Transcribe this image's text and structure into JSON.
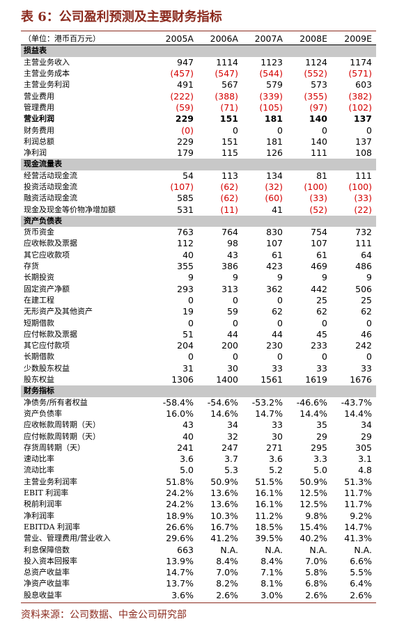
{
  "title": "表 6：公司盈利预测及主要财务指标",
  "source": "资料来源：公司数据、中金公司研究部",
  "colors": {
    "accent": "#8b2a1e",
    "negative": "#d40000",
    "section_bg": "#c8c8c8"
  },
  "header": {
    "unit": "（单位：港币百万元）",
    "years": [
      "2005A",
      "2006A",
      "2007A",
      "2008E",
      "2009E"
    ]
  },
  "rows": [
    {
      "section": true,
      "label": "损益表",
      "values": []
    },
    {
      "label": "主营业务收入",
      "values": [
        "947",
        "1114",
        "1123",
        "1124",
        "1174"
      ]
    },
    {
      "label": "主营业务成本",
      "values": [
        "(457)",
        "(547)",
        "(544)",
        "(552)",
        "(571)"
      ]
    },
    {
      "label": "主营业务利润",
      "values": [
        "491",
        "567",
        "579",
        "573",
        "603"
      ]
    },
    {
      "label": "营业费用",
      "values": [
        "(222)",
        "(388)",
        "(339)",
        "(355)",
        "(382)"
      ]
    },
    {
      "label": "管理费用",
      "values": [
        "(59)",
        "(71)",
        "(105)",
        "(97)",
        "(102)"
      ]
    },
    {
      "label": "营业利润",
      "bold": true,
      "values": [
        "229",
        "151",
        "181",
        "140",
        "137"
      ]
    },
    {
      "label": "财务费用",
      "values": [
        "(0)",
        "0",
        "0",
        "0",
        "0"
      ]
    },
    {
      "label": "利润总额",
      "values": [
        "229",
        "151",
        "181",
        "140",
        "137"
      ]
    },
    {
      "label": "净利润",
      "values": [
        "179",
        "115",
        "126",
        "111",
        "108"
      ]
    },
    {
      "section": true,
      "label": "现金流量表",
      "values": []
    },
    {
      "label": "经营活动现金流",
      "values": [
        "54",
        "113",
        "134",
        "81",
        "111"
      ]
    },
    {
      "label": "投资活动现金流",
      "values": [
        "(107)",
        "(62)",
        "(32)",
        "(100)",
        "(100)"
      ]
    },
    {
      "label": "融资活动现金流",
      "values": [
        "585",
        "(62)",
        "(60)",
        "(33)",
        "(33)"
      ]
    },
    {
      "label": "现金及现金等价物净增加额",
      "values": [
        "531",
        "(11)",
        "41",
        "(52)",
        "(22)"
      ]
    },
    {
      "section": true,
      "label": "资产负债表",
      "values": []
    },
    {
      "label": "货币资金",
      "values": [
        "763",
        "764",
        "830",
        "754",
        "732"
      ]
    },
    {
      "label": "应收帐款及票据",
      "values": [
        "112",
        "98",
        "107",
        "107",
        "111"
      ]
    },
    {
      "label": "其它应收款项",
      "values": [
        "40",
        "43",
        "61",
        "61",
        "64"
      ]
    },
    {
      "label": "存货",
      "values": [
        "355",
        "386",
        "423",
        "469",
        "486"
      ]
    },
    {
      "label": "长期投资",
      "values": [
        "9",
        "9",
        "9",
        "9",
        "9"
      ]
    },
    {
      "label": "固定资产净额",
      "values": [
        "293",
        "313",
        "362",
        "442",
        "506"
      ]
    },
    {
      "label": "在建工程",
      "values": [
        "0",
        "0",
        "0",
        "25",
        "25"
      ]
    },
    {
      "label": "无形资产及其他资产",
      "values": [
        "19",
        "59",
        "62",
        "62",
        "62"
      ]
    },
    {
      "label": "短期借款",
      "values": [
        "0",
        "0",
        "0",
        "0",
        "0"
      ]
    },
    {
      "label": "应付帐款及票据",
      "values": [
        "51",
        "44",
        "44",
        "45",
        "46"
      ]
    },
    {
      "label": "其它应付款项",
      "values": [
        "204",
        "200",
        "230",
        "233",
        "242"
      ]
    },
    {
      "label": "长期借款",
      "values": [
        "0",
        "0",
        "0",
        "0",
        "0"
      ]
    },
    {
      "label": "少数股东权益",
      "values": [
        "31",
        "30",
        "33",
        "33",
        "33"
      ]
    },
    {
      "label": "股东权益",
      "values": [
        "1306",
        "1400",
        "1561",
        "1619",
        "1676"
      ]
    },
    {
      "section": true,
      "label": "财务指标",
      "values": []
    },
    {
      "label": "净债务/所有者权益",
      "values": [
        "-58.4%",
        "-54.6%",
        "-53.2%",
        "-46.6%",
        "-43.7%"
      ]
    },
    {
      "label": "资产负债率",
      "values": [
        "16.0%",
        "14.6%",
        "14.7%",
        "14.4%",
        "14.4%"
      ]
    },
    {
      "label": "应收帐款周转期（天）",
      "values": [
        "43",
        "34",
        "33",
        "35",
        "34"
      ]
    },
    {
      "label": "应付帐款周转期（天）",
      "values": [
        "40",
        "32",
        "30",
        "29",
        "29"
      ]
    },
    {
      "label": "存货周转期（天）",
      "values": [
        "241",
        "247",
        "271",
        "295",
        "305"
      ]
    },
    {
      "label": "速动比率",
      "values": [
        "3.6",
        "3.7",
        "3.6",
        "3.3",
        "3.1"
      ]
    },
    {
      "label": "流动比率",
      "values": [
        "5.0",
        "5.3",
        "5.2",
        "5.0",
        "4.8"
      ]
    },
    {
      "label": "主营业务利润率",
      "values": [
        "51.8%",
        "50.9%",
        "51.5%",
        "50.9%",
        "51.3%"
      ]
    },
    {
      "label": "EBIT 利润率",
      "values": [
        "24.2%",
        "13.6%",
        "16.1%",
        "12.5%",
        "11.7%"
      ]
    },
    {
      "label": "税前利润率",
      "values": [
        "24.2%",
        "13.6%",
        "16.1%",
        "12.5%",
        "11.7%"
      ]
    },
    {
      "label": "净利润率",
      "values": [
        "18.9%",
        "10.3%",
        "11.2%",
        "9.8%",
        "9.2%"
      ]
    },
    {
      "label": "EBITDA 利润率",
      "values": [
        "26.6%",
        "16.7%",
        "18.5%",
        "15.4%",
        "14.7%"
      ]
    },
    {
      "label": "营业、管理费用/营业收入",
      "values": [
        "29.6%",
        "41.2%",
        "39.5%",
        "40.2%",
        "41.3%"
      ]
    },
    {
      "label": "利息保障倍数",
      "values": [
        "663",
        "N.A.",
        "N.A.",
        "N.A.",
        "N.A."
      ]
    },
    {
      "label": "投入资本回报率",
      "values": [
        "13.9%",
        "8.4%",
        "8.4%",
        "7.0%",
        "6.6%"
      ]
    },
    {
      "label": "总资产收益率",
      "values": [
        "14.7%",
        "7.0%",
        "7.1%",
        "5.8%",
        "5.5%"
      ]
    },
    {
      "label": "净资产收益率",
      "values": [
        "13.7%",
        "8.2%",
        "8.1%",
        "6.8%",
        "6.4%"
      ]
    },
    {
      "label": "股息收益率",
      "values": [
        "3.6%",
        "2.6%",
        "3.0%",
        "2.6%",
        "2.6%"
      ]
    }
  ]
}
